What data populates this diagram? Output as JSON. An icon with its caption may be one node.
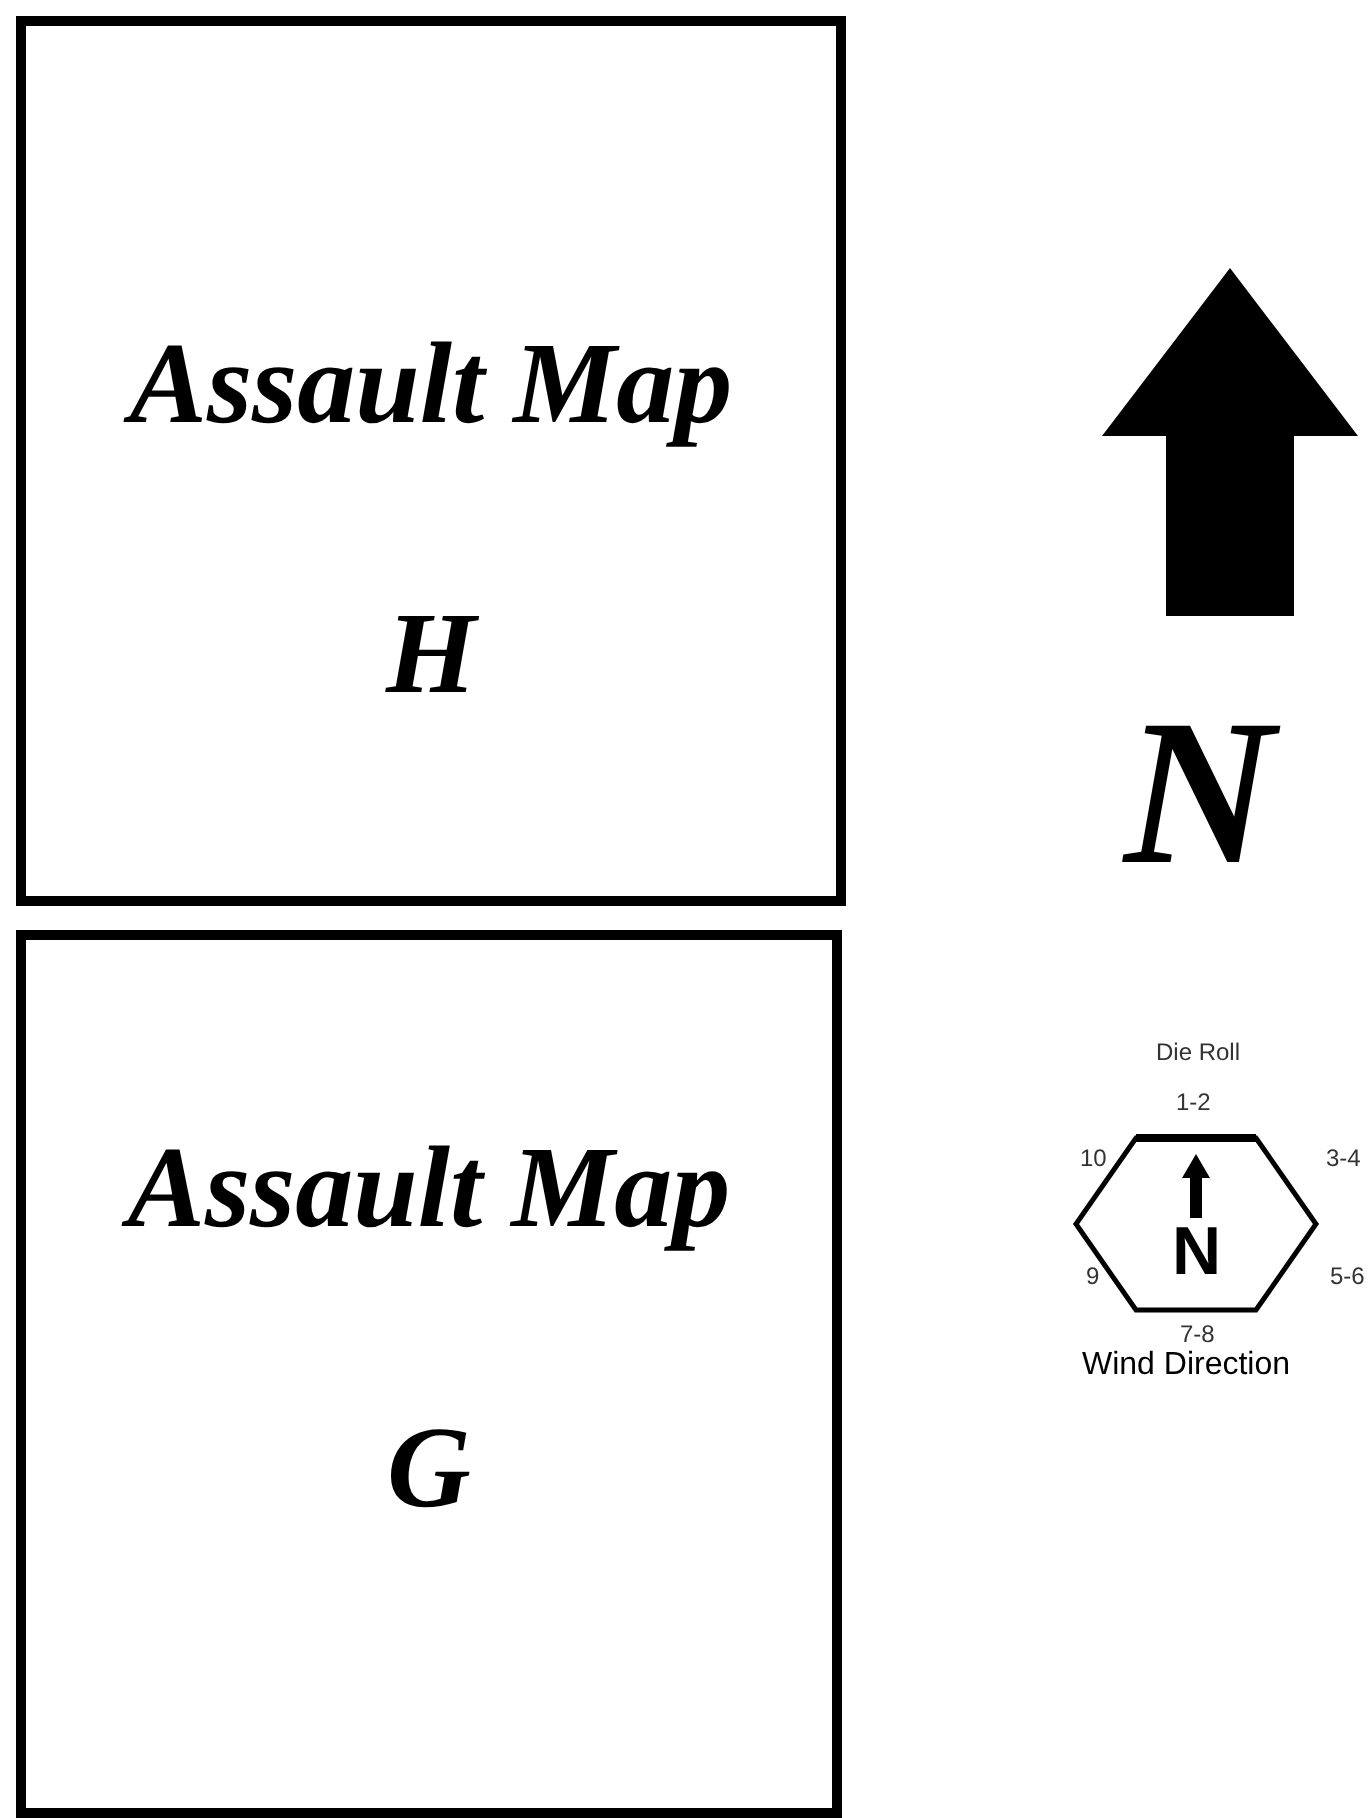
{
  "diagram": {
    "nodes": [
      {
        "text": [
          "Assault Map",
          "H"
        ]
      },
      {
        "text": [
          "Assault Map",
          "G"
        ]
      },
      {
        "text": [
          "N"
        ]
      }
    ],
    "edges": [],
    "labels": [
      "N",
      "Die Roll",
      "1-2",
      "10",
      "3-4",
      "9",
      "5-6",
      "7-8",
      "Wind Direction"
    ]
  }
}
